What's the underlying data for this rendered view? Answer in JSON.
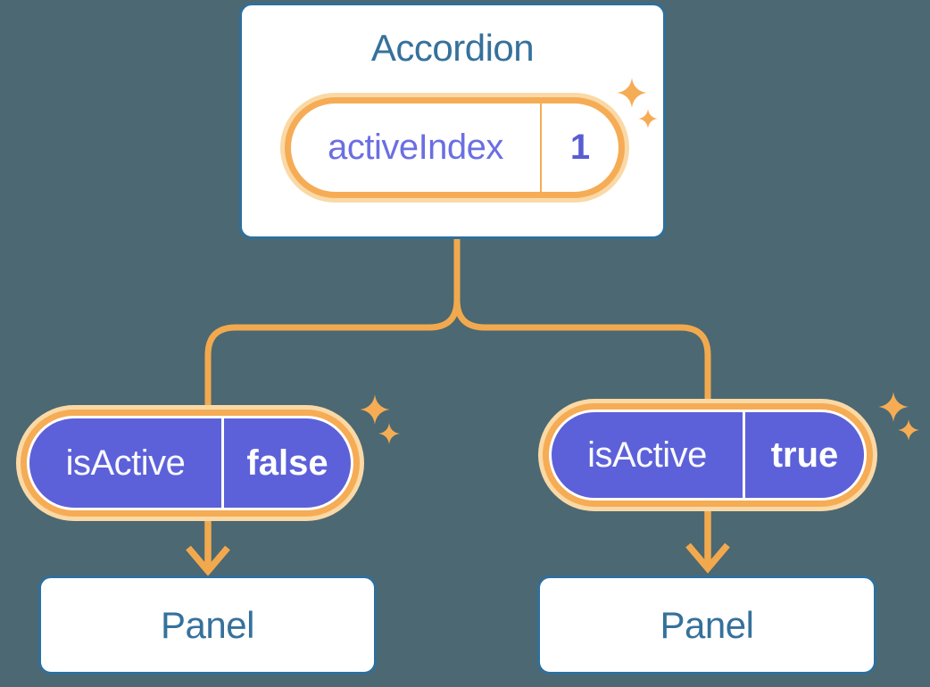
{
  "diagram": {
    "description": "Component tree: Accordion holds state, passes isActive prop to two Panels",
    "root": {
      "title": "Accordion",
      "state": {
        "label": "activeIndex",
        "value": "1"
      }
    },
    "children": [
      {
        "prop": {
          "label": "isActive",
          "value": "false"
        },
        "node": {
          "title": "Panel"
        }
      },
      {
        "prop": {
          "label": "isActive",
          "value": "true"
        },
        "node": {
          "title": "Panel"
        }
      }
    ]
  },
  "icons": {
    "sparkle": "four-point star sparkle"
  },
  "theme": {
    "bg": "#4C6872",
    "cardBg": "#FFFFFF",
    "cardBorder": "#2F6F9C",
    "cardText": "#35719B",
    "orange": "#F5AC55",
    "orangeGlow": "#FAD9A6",
    "orangeLine": "#F2A94E",
    "purple": "#5C61D9",
    "purpleLabel": "#6B6FE2",
    "purpleValue": "#585DD2",
    "pillTextLight": "#FAFAFF",
    "valueTextLight": "#FFFFFF"
  }
}
